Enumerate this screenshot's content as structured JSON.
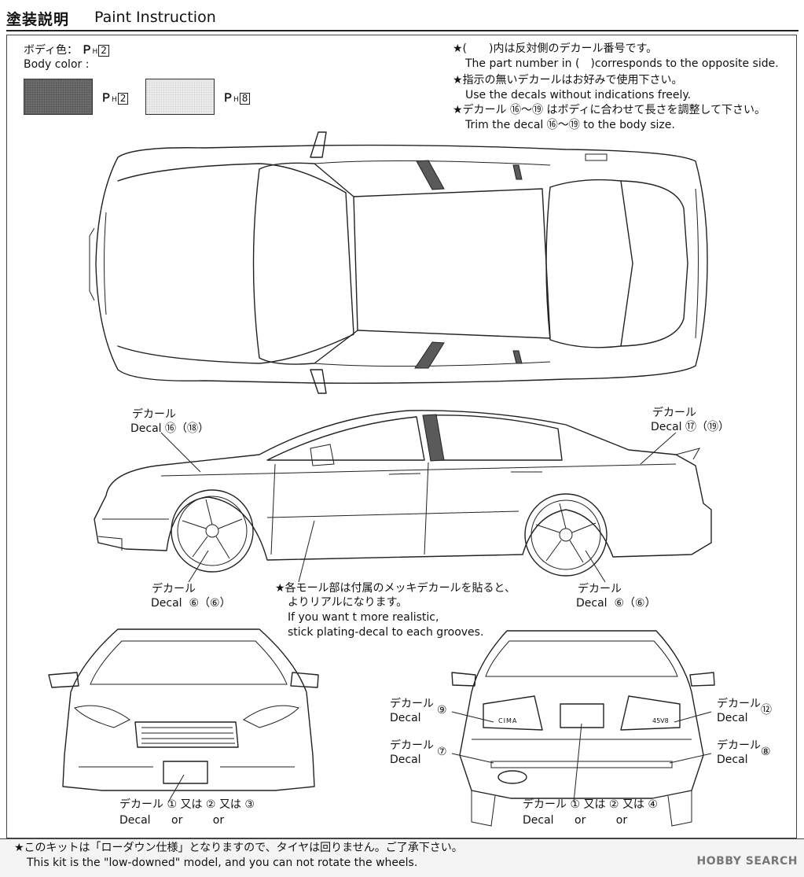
{
  "header": {
    "title_jp": "塗装説明",
    "title_en": "Paint Instruction"
  },
  "body_color": {
    "label_jp": "ボディ色：",
    "label_jp_code": "Ｐ",
    "label_jp_sub": "H",
    "label_jp_num": "2",
    "label_en": "Body color :",
    "swatches": [
      {
        "code": "Ｐ",
        "sub": "H",
        "num": "2",
        "color": "#6e6e6e"
      },
      {
        "code": "Ｐ",
        "sub": "H",
        "num": "8",
        "color": "#ececec"
      }
    ]
  },
  "notes": [
    {
      "jp": "★(　　)内は反対側のデカール番号です。",
      "en": "The part number in (　)corresponds to the opposite side."
    },
    {
      "jp": "★指示の無いデカールはお好みで使用下さい。",
      "en": "Use the decals without indications freely."
    },
    {
      "jp": "★デカール ⑯～⑲ はボディに合わせて長さを調整して下さい。",
      "en": "Trim the decal ⑯～⑲ to the body size."
    }
  ],
  "side_view": {
    "decal_front": {
      "jp": "デカール",
      "en": "Decal",
      "nums": "⑯（⑱）"
    },
    "decal_rear": {
      "jp": "デカール",
      "en": "Decal",
      "nums": "⑰（⑲）"
    },
    "wheel_front": {
      "jp": "デカール",
      "en": "Decal",
      "nums": "⑥（⑥）"
    },
    "wheel_rear": {
      "jp": "デカール",
      "en": "Decal",
      "nums": "⑥（⑥）"
    },
    "moulding_note": {
      "jp1": "★各モール部は付属のメッキデカールを貼ると、",
      "jp2": "よりリアルになります。",
      "en1": "If you want t more realistic,",
      "en2": "stick plating-decal to each grooves."
    }
  },
  "front_view": {
    "plate_decal": {
      "jp": "デカール",
      "en": "Decal",
      "n1": "①",
      "mata1": "又は",
      "or1": "or",
      "n2": "②",
      "mata2": "又は",
      "or2": "or",
      "n3": "③"
    }
  },
  "rear_view": {
    "emblem_left": {
      "jp": "デカール",
      "en": "Decal",
      "num": "⑨",
      "text": "CIMA"
    },
    "emblem_right": {
      "jp": "デカール",
      "en": "Decal",
      "num": "⑫",
      "text": "45V8"
    },
    "reflector_left": {
      "jp": "デカール",
      "en": "Decal",
      "num": "⑦"
    },
    "reflector_right": {
      "jp": "デカール",
      "en": "Decal",
      "num": "⑧"
    },
    "plate_decal": {
      "jp": "デカール",
      "en": "Decal",
      "n1": "①",
      "mata1": "又は",
      "or1": "or",
      "n2": "②",
      "mata2": "又は",
      "or2": "or",
      "n3": "④"
    }
  },
  "footer": {
    "jp": "★このキットは「ローダウン仕様」となりますので、タイヤは回りません。ご了承下さい。",
    "en": "This kit is the \"low-downed\" model, and you can not rotate the wheels.",
    "watermark": "HOBBY SEARCH"
  }
}
